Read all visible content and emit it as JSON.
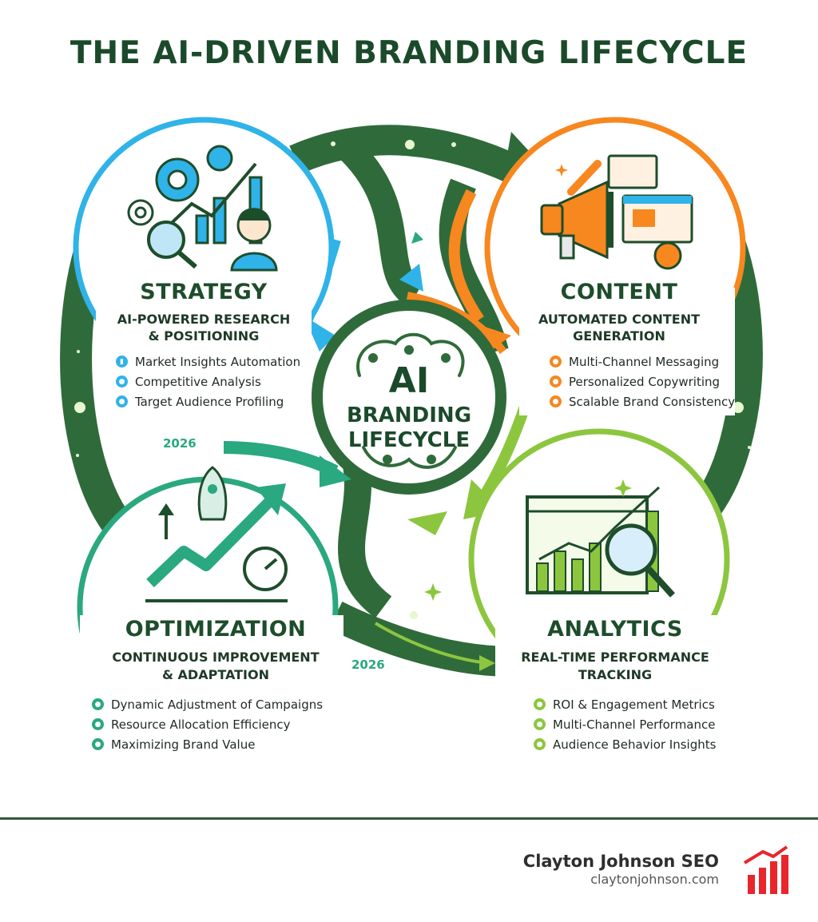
{
  "title": "THE AI-DRIVEN BRANDING LIFECYCLE",
  "center": {
    "line1": "AI",
    "line2": "BRANDING",
    "line3": "LIFECYCLE"
  },
  "stages": {
    "strategy": {
      "heading": "STRATEGY",
      "sub1": "AI-POWERED RESEARCH",
      "sub2": "& POSITIONING",
      "items": [
        "Market Insights Automation",
        "Competitive Analysis",
        "Target Audience Profiling"
      ],
      "color": "#2fb3e8"
    },
    "content": {
      "heading": "CONTENT",
      "sub1": "AUTOMATED CONTENT",
      "sub2": "GENERATION",
      "items": [
        "Multi-Channel Messaging",
        "Personalized Copywriting",
        "Scalable Brand Consistency"
      ],
      "color": "#f7871f"
    },
    "optimization": {
      "heading": "OPTIMIZATION",
      "sub1": "CONTINUOUS IMPROVEMENT",
      "sub2": "& ADAPTATION",
      "items": [
        "Dynamic Adjustment of Campaigns",
        "Resource Allocation Efficiency",
        "Maximizing Brand Value"
      ],
      "color": "#2aa87f"
    },
    "analytics": {
      "heading": "ANALYTICS",
      "sub1": "REAL-TIME PERFORMANCE",
      "sub2": "TRACKING",
      "items": [
        "ROI & Engagement Metrics",
        "Multi-Channel Performance",
        "Audience Behavior Insights"
      ],
      "color": "#8cc63f"
    }
  },
  "year_labels": [
    "2026",
    "2026"
  ],
  "footer": {
    "name": "Clayton Johnson SEO",
    "url": "claytonjohnson.com"
  },
  "colors": {
    "dark_green": "#2f6b3a",
    "title_green": "#1b4a2a",
    "logo_red": "#e8262b"
  },
  "icons": [
    "gear-icon",
    "pie-chart-icon",
    "magnifier-icon",
    "person-icon",
    "megaphone-icon",
    "pen-icon",
    "browser-window-icon",
    "rocket-icon",
    "growth-arrow-icon",
    "speedometer-icon",
    "line-chart-icon",
    "brain-circuit-icon",
    "bar-chart-logo-icon"
  ]
}
